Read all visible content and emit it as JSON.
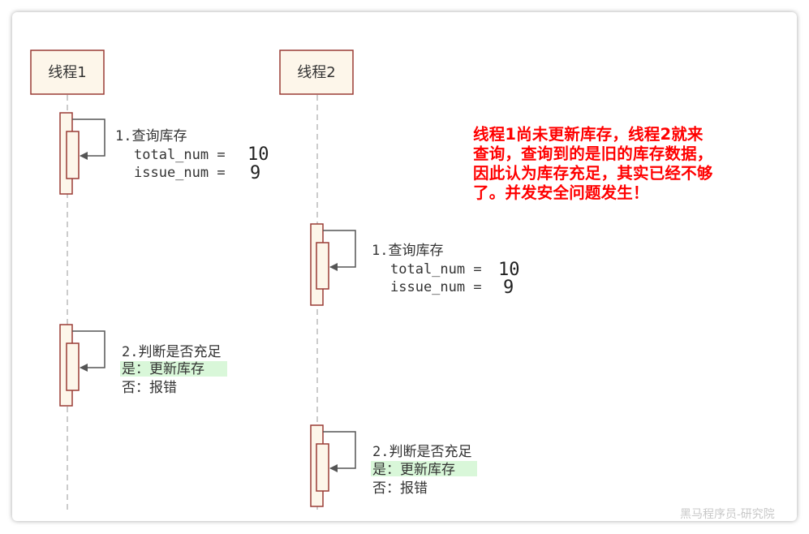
{
  "participants": [
    {
      "label": "线程1"
    },
    {
      "label": "线程2"
    }
  ],
  "steps": [
    {
      "title": "1.查询库存",
      "line1_label": "total_num =",
      "line1_value": "10",
      "line2_label": "issue_num =",
      "line2_value": "9"
    },
    {
      "title": "1.查询库存",
      "line1_label": "total_num =",
      "line1_value": "10",
      "line2_label": "issue_num =",
      "line2_value": "9"
    },
    {
      "title": "2.判断是否充足",
      "yes": "是：更新库存",
      "no": "否：报错"
    },
    {
      "title": "2.判断是否充足",
      "yes": "是：更新库存",
      "no": "否：报错"
    }
  ],
  "note": "线程1尚未更新库存，线程2就来查询，查询到的是旧的库存数据，因此认为库存充足，其实已经不够了。并发安全问题发生！",
  "watermark": "黑马程序员-研究院",
  "colors": {
    "activation_border": "#9a3b35",
    "activation_fill": "#fdf6ea",
    "note_text": "#ff0000",
    "highlight": "#d9f7d9"
  }
}
